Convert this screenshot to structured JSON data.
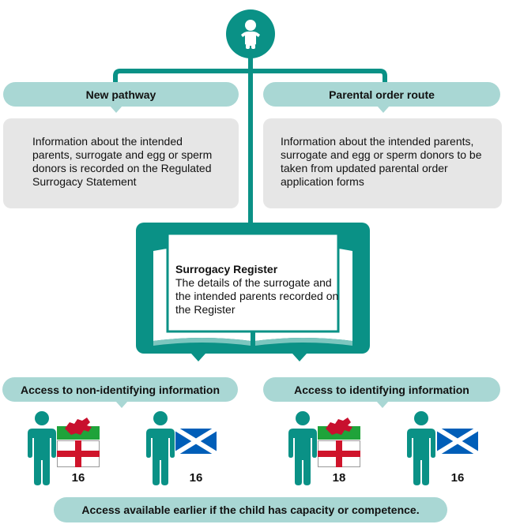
{
  "left_pathway": {
    "title": "New pathway",
    "text": "Information about the intended parents, surrogate and egg or sperm donors is recorded on the Regulated Surrogacy Statement"
  },
  "right_pathway": {
    "title": "Parental order route",
    "text": "Information about the intended parents, surrogate and egg or sperm donors to be taken from updated parental order application forms"
  },
  "register": {
    "title": "Surrogacy Register",
    "text": "The details of the surrogate and the intended parents recorded on the Register"
  },
  "access_non_identifying": {
    "label": "Access to non-identifying information",
    "ages": {
      "england_wales": "16",
      "scotland": "16"
    }
  },
  "access_identifying": {
    "label": "Access to identifying information",
    "ages": {
      "england_wales": "18",
      "scotland": "16"
    }
  },
  "footer": "Access available earlier if the child has capacity or competence.",
  "icons": [
    "baby-icon",
    "person-icon",
    "wales-flag-icon",
    "england-flag-icon",
    "scotland-flag-icon",
    "book-icon"
  ],
  "colors": {
    "teal": "#0a9186",
    "light_teal": "#a9d7d4",
    "grey_box": "#e6e6e6"
  }
}
